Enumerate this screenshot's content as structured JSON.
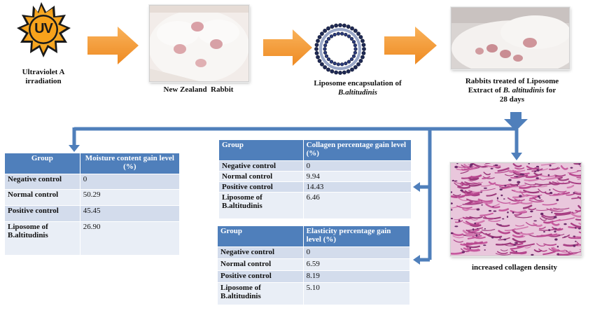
{
  "steps": {
    "uv_badge": "UV",
    "uv_caption_line1": "Ultraviolet A",
    "uv_caption_line2": "irradiation",
    "rabbit_caption": "New Zealand  Rabbit",
    "liposome_caption_line1": "Liposome encapsulation of",
    "liposome_caption_line2": "B.altitudinis",
    "treated_caption_line1": "Rabbits treated of Liposome",
    "treated_caption_line2_pre": "Extract of ",
    "treated_caption_line2_species": "B. altitudinis",
    "treated_caption_line2_post": " for",
    "treated_caption_line3": "28 days",
    "histology_caption": "increased collagen density"
  },
  "colors": {
    "arrow_orange": "#f59b3a",
    "flow_blue": "#4f7fbb",
    "table_header": "#4f7fbb",
    "row_dark": "#d3dcec",
    "row_light": "#e9eef6",
    "uv_sun": "#f7a21b"
  },
  "tables": {
    "moisture": {
      "header_group": "Group",
      "header_value": "Moisture content gain level (%)",
      "rows": [
        {
          "group": "Negative control",
          "value": "0"
        },
        {
          "group": "Normal control",
          "value": "50.29"
        },
        {
          "group": "Positive control",
          "value": "45.45"
        },
        {
          "group": "Liposome of B.altitudinis",
          "value": "26.90"
        }
      ]
    },
    "collagen": {
      "header_group": "Group",
      "header_value": "Collagen percentage gain level (%)",
      "rows": [
        {
          "group": "Negative control",
          "value": "0"
        },
        {
          "group": "Normal control",
          "value": "9.94"
        },
        {
          "group": "Positive control",
          "value": "14.43"
        },
        {
          "group": "Liposome of B.altitudinis",
          "value": "6.46"
        }
      ]
    },
    "elasticity": {
      "header_group": "Group",
      "header_value": "Elasticity percentage gain level (%)",
      "rows": [
        {
          "group": "Negative control",
          "value": "0"
        },
        {
          "group": "Normal control",
          "value": "6.59"
        },
        {
          "group": "Positive control",
          "value": "8.19"
        },
        {
          "group": "Liposome of B.altitudinis",
          "value": "5.10"
        }
      ]
    }
  }
}
